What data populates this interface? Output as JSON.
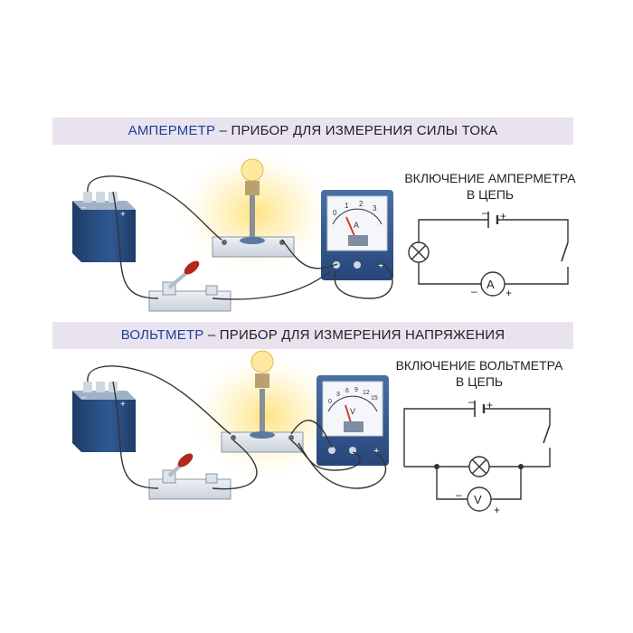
{
  "section_ammeter": {
    "title_highlight": "АМПЕРМЕТР",
    "title_rest": " – ПРИБОР ДЛЯ ИЗМЕРЕНИЯ СИЛЫ ТОКА",
    "caption_line1": "ВКЛЮЧЕНИЕ АМПЕРМЕТРА",
    "caption_line2": "В ЦЕПЬ",
    "meter_unit": "A",
    "scale_labels": [
      "0",
      "1",
      "2",
      "3"
    ],
    "schematic_symbol": "A"
  },
  "section_voltmeter": {
    "title_highlight": "ВОЛЬТМЕТР",
    "title_rest": " – ПРИБОР ДЛЯ ИЗМЕРЕНИЯ НАПРЯЖЕНИЯ",
    "caption_line1": "ВКЛЮЧЕНИЕ ВОЛЬТМЕТРА",
    "caption_line2": "В ЦЕПЬ",
    "meter_unit": "V",
    "scale_labels": [
      "0",
      "3",
      "6",
      "9",
      "12",
      "15"
    ],
    "schematic_symbol": "V"
  },
  "polarity": {
    "minus": "–",
    "plus": "+"
  },
  "colors": {
    "banner_bg": "#e8e3ef",
    "highlight": "#1f3f99",
    "battery": "#2b4f86",
    "meter_body": "#3a5a8c",
    "wire": "#333333",
    "glow": "#ffd966"
  }
}
